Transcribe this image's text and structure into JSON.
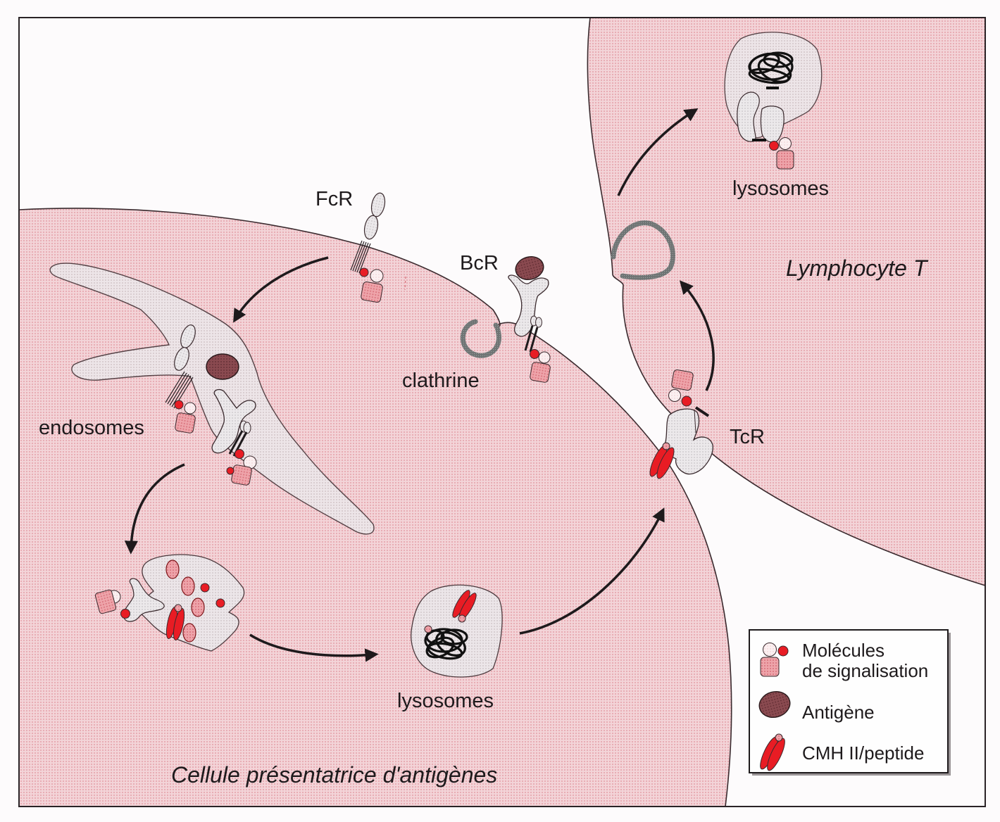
{
  "figure": {
    "colors": {
      "cell_fill": "#efc6cc",
      "background": "#fdfbfc",
      "receptor_fill": "#e6e3e5",
      "antigen": "#7d3f44",
      "signal_red": "#e81c24",
      "signal_pink": "#e7979c",
      "signal_light": "#f8e6e8",
      "mhc_red": "#e81c24",
      "clathrin": "#6f7474",
      "ink": "#1e1a1c"
    },
    "cells": {
      "apc_label": "Cellule présentatrice d'antigènes",
      "tcell_label": "Lymphocyte T"
    },
    "labels": {
      "fcr": "FcR",
      "bcr": "BcR",
      "clathrine": "clathrine",
      "endosomes": "endosomes",
      "lysosomes_apc": "lysosomes",
      "lysosomes_tcell": "lysosomes",
      "tcr": "TcR"
    },
    "legend": {
      "items": [
        {
          "icon": "signaling-molecules-icon",
          "line1": "Molécules",
          "line2": "de signalisation"
        },
        {
          "icon": "antigen-icon",
          "line1": "Antigène",
          "line2": ""
        },
        {
          "icon": "mhc-peptide-icon",
          "line1": "CMH II/peptide",
          "line2": ""
        }
      ]
    },
    "flow": [
      "FcR/BcR capture at APC membrane",
      "endosomes",
      "antigen processing compartment",
      "lysosomes (APC)",
      "presentation to TcR",
      "internalisation (T cell)",
      "lysosomes (T cell)"
    ]
  }
}
